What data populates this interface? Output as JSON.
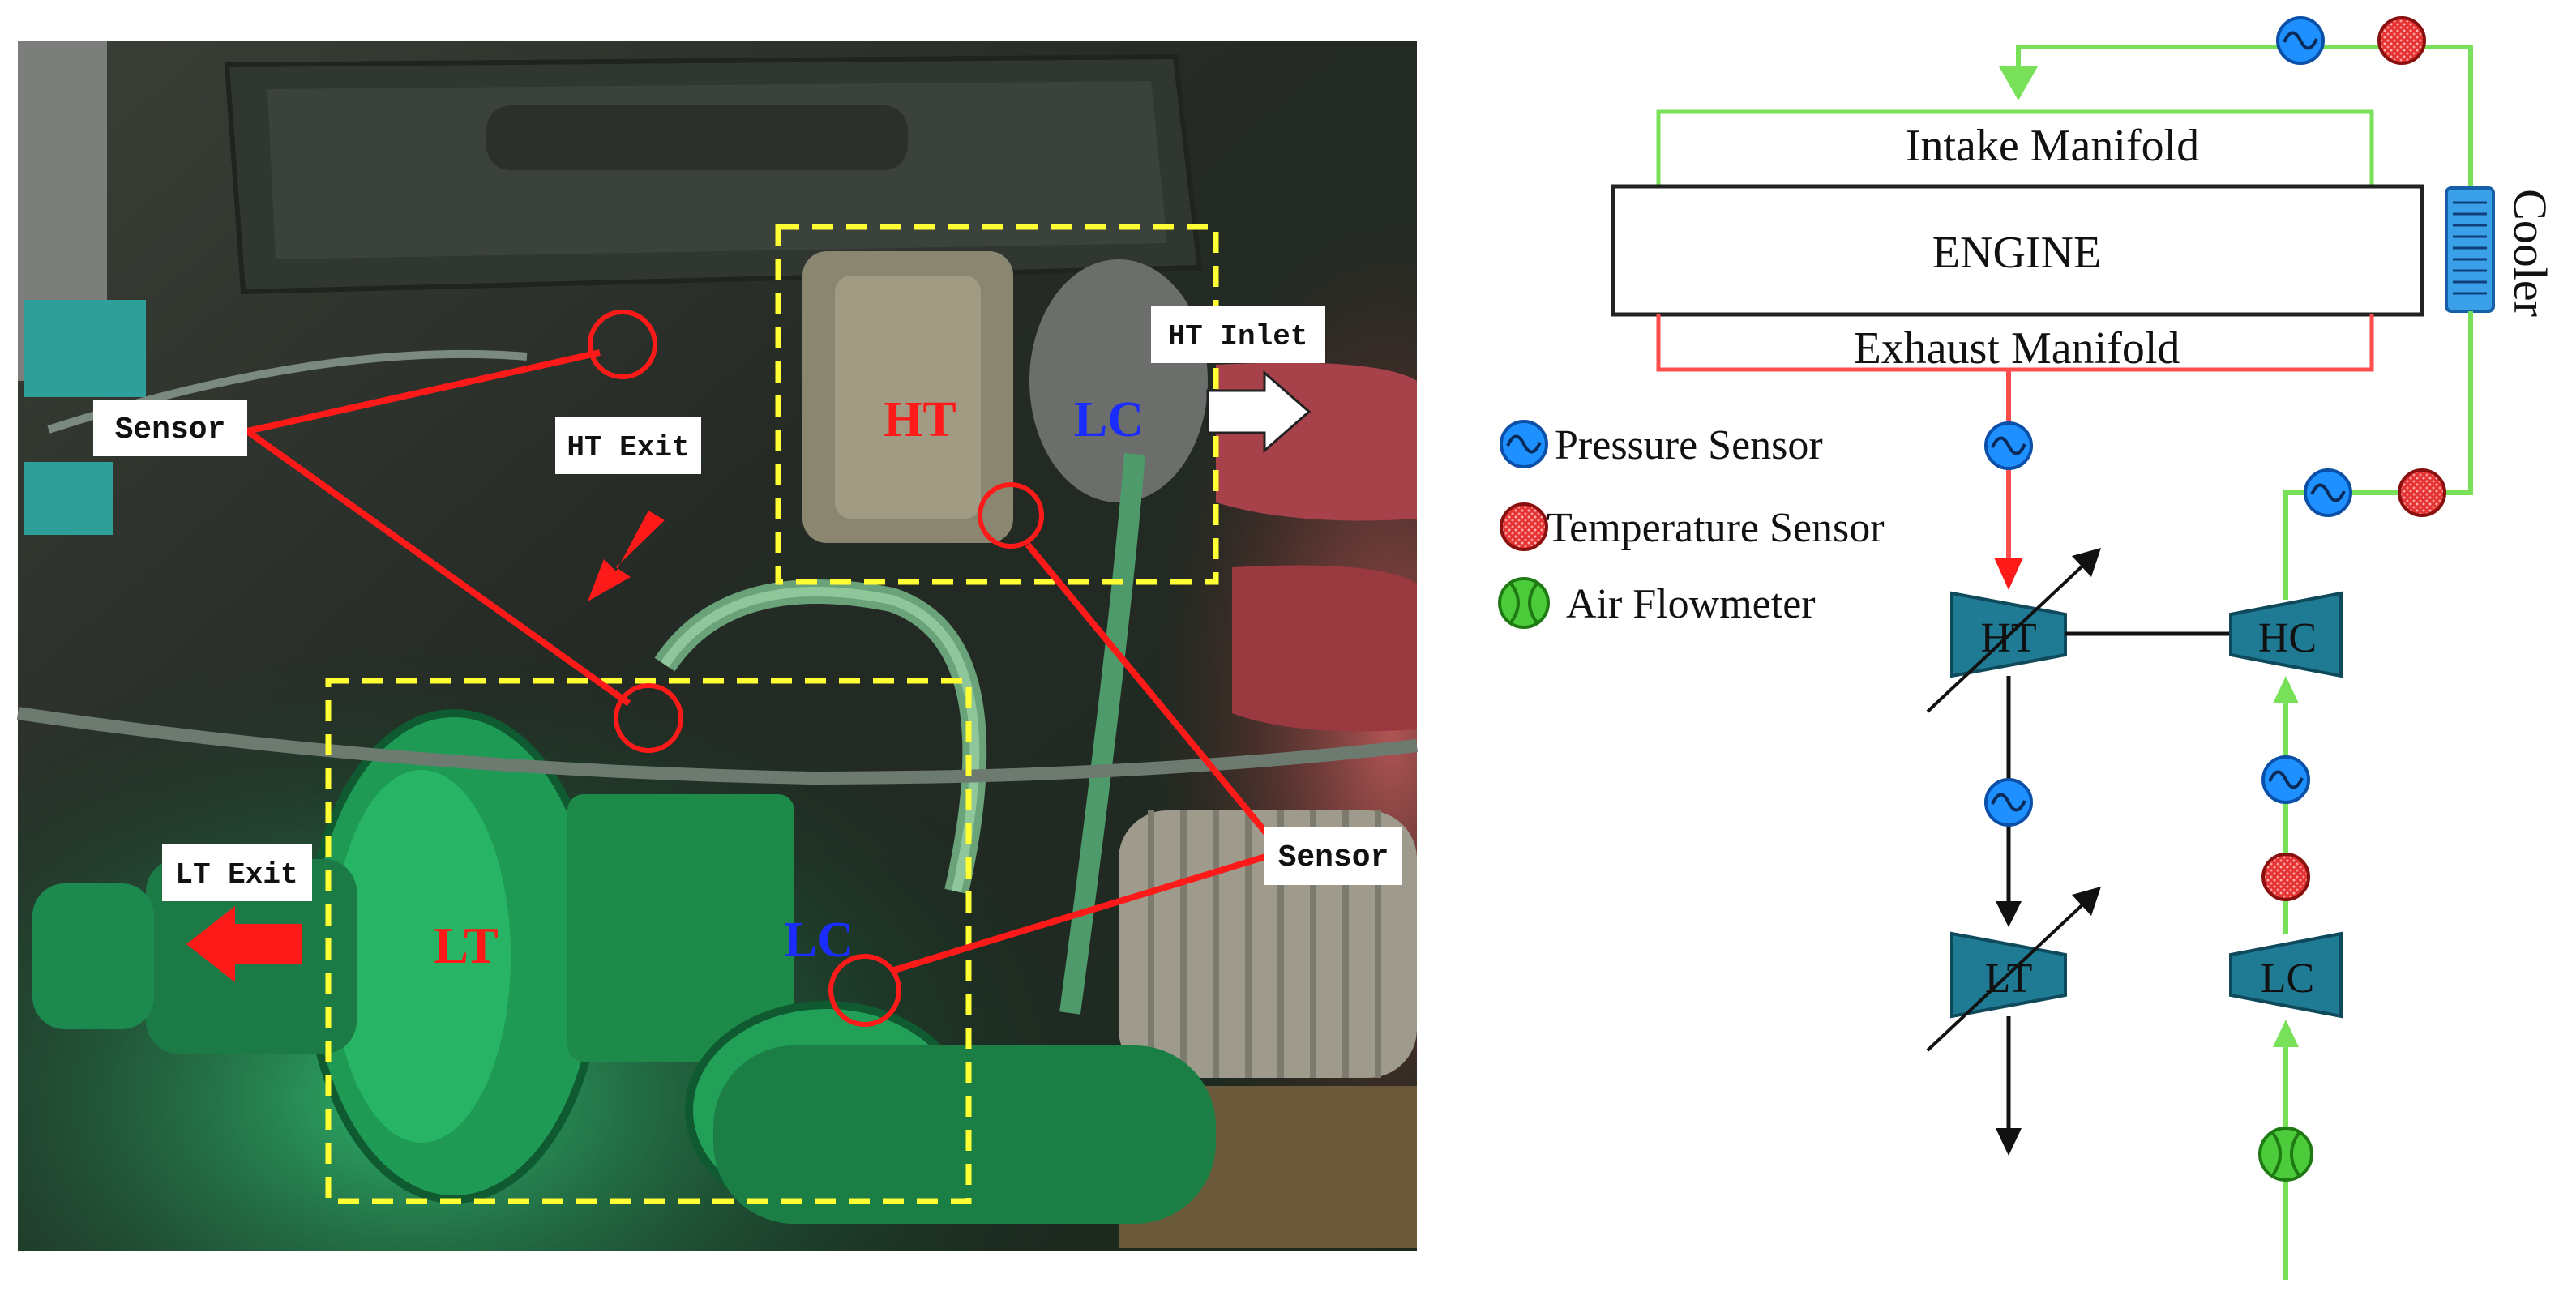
{
  "photo": {
    "labels": {
      "sensor_left": "Sensor",
      "sensor_right": "Sensor",
      "ht_exit": "HT Exit",
      "ht_inlet": "HT Inlet",
      "lt_exit": "LT Exit",
      "ht": "HT",
      "lc_top": "LC",
      "lt": "LT",
      "lc_bottom": "LC"
    },
    "colors": {
      "box_outline": "#ffff33",
      "annotation_red": "#ff1a1a",
      "label_blue": "#1a2cff"
    }
  },
  "schematic": {
    "intake_manifold": "Intake  Manifold",
    "engine": "ENGINE",
    "exhaust_manifold": "Exhaust  Manifold",
    "cooler": "Cooler",
    "components": {
      "ht": "HT",
      "hc": "HC",
      "lt": "LT",
      "lc": "LC"
    },
    "legend": {
      "pressure": "Pressure Sensor",
      "temperature": "Temperature Sensor",
      "flowmeter": "Air Flowmeter"
    },
    "colors": {
      "intake_line": "#79e05a",
      "exhaust_line": "#ff4d4d",
      "component_fill": "#1f7b93",
      "pressure_icon": "#1e90ff",
      "temperature_icon": "#e03030",
      "flowmeter_icon": "#4ccc3a",
      "cooler_fill": "#3aa0e8"
    }
  }
}
